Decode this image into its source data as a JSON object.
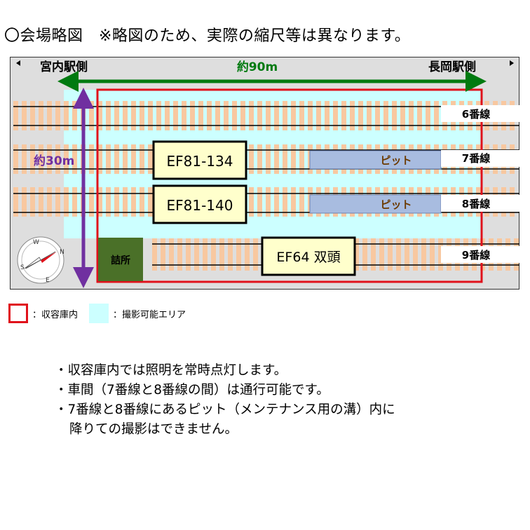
{
  "title": "〇会場略図　※略図のため、実際の縮尺等は異なります。",
  "map": {
    "left_station": "宮内駅側",
    "right_station": "長岡駅側",
    "length_label": "約90m",
    "width_label": "約30m",
    "office_label": "詰所",
    "pit_label": "ピット",
    "tracks": [
      "6番線",
      "7番線",
      "8番線",
      "9番線"
    ],
    "locomotives": [
      "EF81-134",
      "EF81-140",
      "EF64 双頭"
    ],
    "compass_letters": [
      "N",
      "E",
      "S",
      "W"
    ]
  },
  "legend": [
    {
      "swatch": "red-outline",
      "label": "：収容庫内"
    },
    {
      "swatch": "cyan-fill",
      "label": "：撮影可能エリア"
    }
  ],
  "notes": [
    "・収容庫内では照明を常時点灯します。",
    "・車間（7番線と8番線の間）は通行可能です。",
    "・7番線と8番線にあるピット（メンテナンス用の溝）内に",
    "降りての撮影はできません。"
  ],
  "colors": {
    "sleeper": "#f8c8a0",
    "photo_area": "#ccffff",
    "shed_outline": "#e0111b",
    "length_arrow": "#007a10",
    "width_arrow": "#7030a0",
    "pit": "#a8bce0",
    "office": "#4a7028",
    "loco_box": "#ffffcc"
  }
}
